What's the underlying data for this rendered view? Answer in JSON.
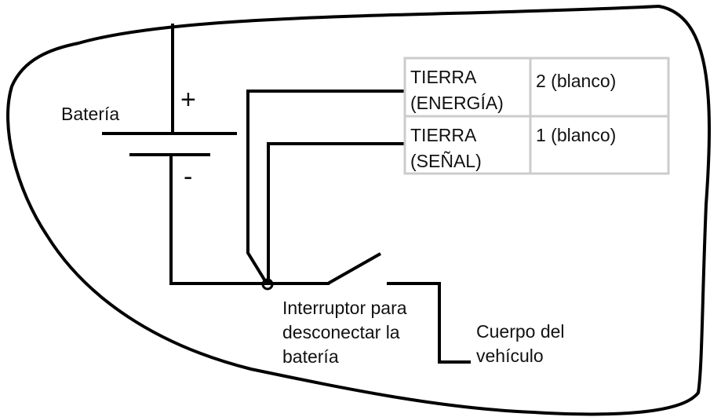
{
  "labels": {
    "battery": "Batería",
    "plus": "+",
    "minus": "-",
    "switch": [
      "Interruptor para",
      "desconectar la",
      "batería"
    ],
    "vehicle_body": [
      "Cuerpo del",
      "vehículo"
    ]
  },
  "table": {
    "rows": [
      {
        "name": [
          "TIERRA",
          "(ENERGÍA)"
        ],
        "value": "2 (blanco)"
      },
      {
        "name": [
          "TIERRA",
          "(SEÑAL)"
        ],
        "value": "1 (blanco)"
      }
    ]
  },
  "colors": {
    "line": "#000000",
    "table_border": "#cccccc",
    "background": "#ffffff"
  }
}
